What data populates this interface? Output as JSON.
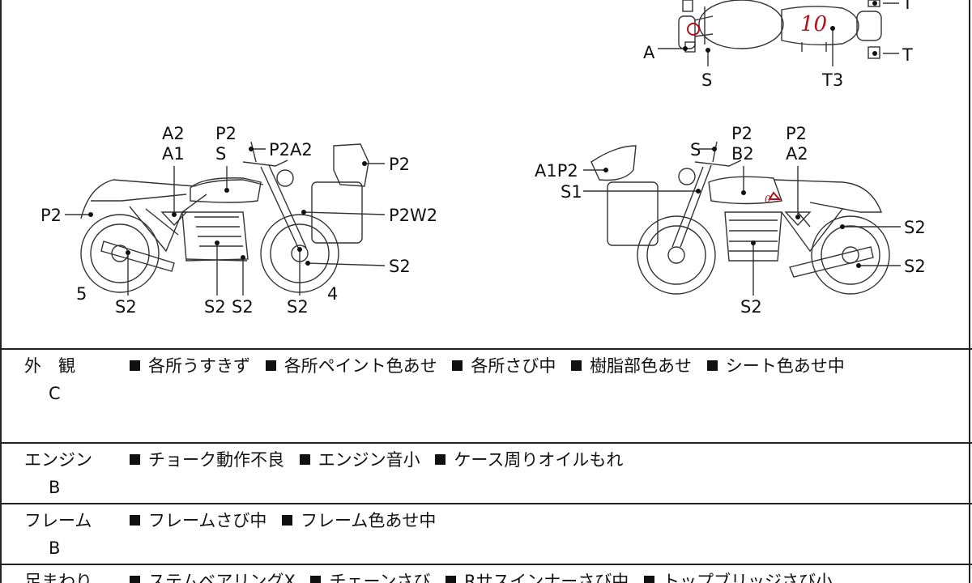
{
  "diagram": {
    "top_view": {
      "labels": [
        "A",
        "S",
        "T3",
        "T",
        "T"
      ],
      "handwritten": "10"
    },
    "left_view": {
      "labels": [
        "P2",
        "A2",
        "A1",
        "P2",
        "S",
        "P2A2",
        "P2",
        "P2W2",
        "S2",
        "5",
        "S2",
        "S2",
        "S2",
        "S2",
        "4"
      ]
    },
    "right_view": {
      "labels": [
        "S",
        "P2",
        "B2",
        "P2",
        "A2",
        "A1P2",
        "S1",
        "S2",
        "S2",
        "S2"
      ],
      "handwritten_mark": "0"
    }
  },
  "sections": [
    {
      "title": "外　観",
      "grade": "C",
      "items": [
        "各所うすきず",
        "各所ペイント色あせ",
        "各所さび中",
        "樹脂部色あせ",
        "シート色あせ中"
      ]
    },
    {
      "title": "エンジン",
      "grade": "B",
      "items": [
        "チョーク動作不良",
        "エンジン音小",
        "ケース周りオイルもれ"
      ]
    },
    {
      "title": "フレーム",
      "grade": "B",
      "items": [
        "フレームさび中",
        "フレーム色あせ中"
      ]
    },
    {
      "title": "足まわり",
      "grade": "",
      "items": [
        "ステムベアリングX",
        "チェーンさび",
        "Rサスインナーさび中",
        "トップブリッジさび小"
      ]
    }
  ]
}
